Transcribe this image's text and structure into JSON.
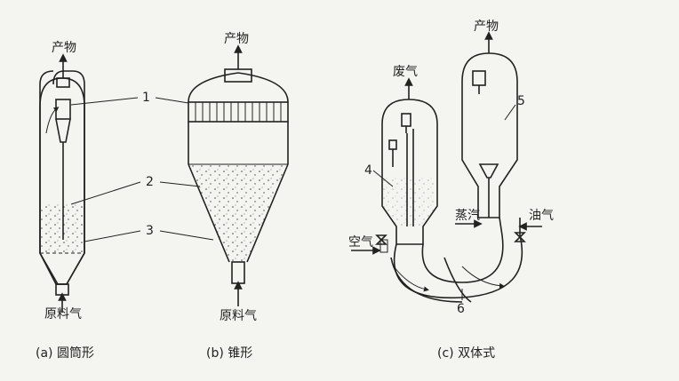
{
  "diagram": {
    "labels": {
      "product_a": "产物",
      "product_b": "产物",
      "product_c": "产物",
      "exhaust": "废气",
      "feed_gas_a": "原料气",
      "feed_gas_b": "原料气",
      "steam": "蒸汽",
      "oil_gas": "油气",
      "air": "空气"
    },
    "numbers": [
      "1",
      "2",
      "3",
      "4",
      "5",
      "6"
    ],
    "captions": {
      "a": "(a) 圆筒形",
      "b": "(b) 锥形",
      "c": "(c) 双体式"
    }
  }
}
